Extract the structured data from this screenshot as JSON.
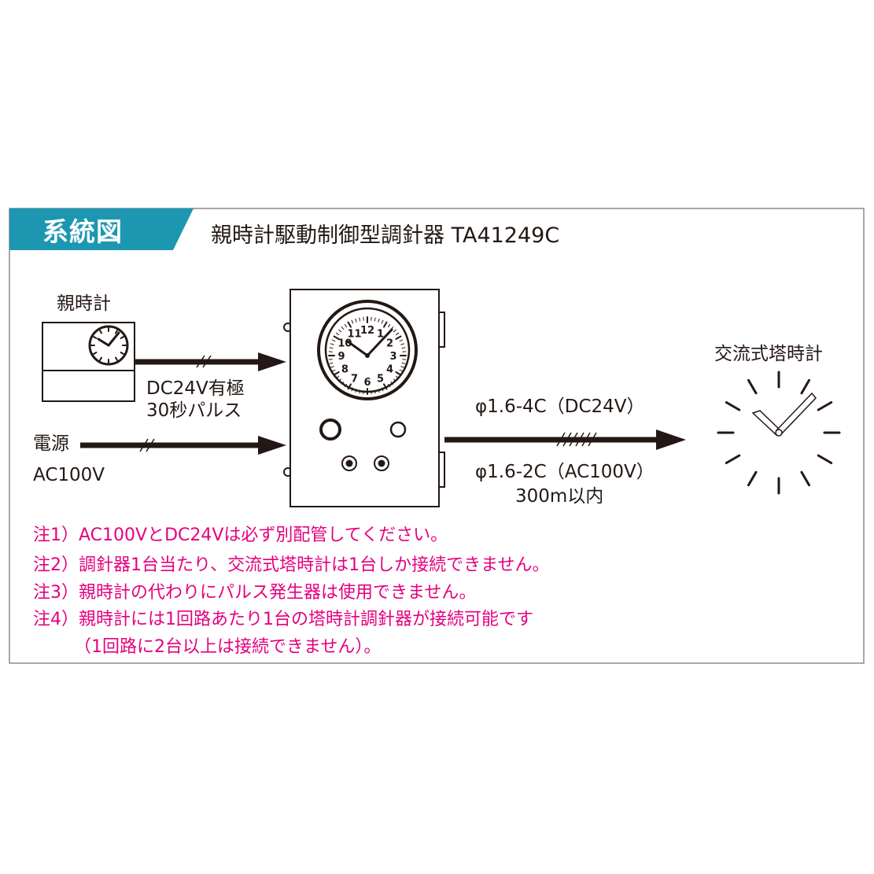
{
  "header": {
    "tab_label": "系統図",
    "title": "親時計駆動制御型調針器 TA41249C"
  },
  "labels": {
    "master_clock": "親時計",
    "pulse_line1": "DC24V有極",
    "pulse_line2": "30秒パルス",
    "power_line1": "電源",
    "power_line2": "AC100V",
    "cable_dc": "φ1.6-4C（DC24V）",
    "cable_ac": "φ1.6-2C（AC100V）",
    "cable_length": "300m以内",
    "tower_clock": "交流式塔時計"
  },
  "dial_numbers": [
    "12",
    "1",
    "2",
    "3",
    "4",
    "5",
    "6",
    "7",
    "8",
    "9",
    "10",
    "11"
  ],
  "notes": [
    "注1）AC100VとDC24Vは必ず別配管してください。",
    "注2）調針器1台当たり、交流式塔時計は1台しか接続できません。",
    "注3）親時計の代わりにパルス発生器は使用できません。",
    "注4）親時計には1回路あたり1台の塔時計調針器が接続可能です",
    "（1回路に2台以上は接続できません）。"
  ],
  "colors": {
    "accent": "#1d97b1",
    "note": "#e4007f",
    "line": "#231815",
    "frame": "#888888"
  }
}
